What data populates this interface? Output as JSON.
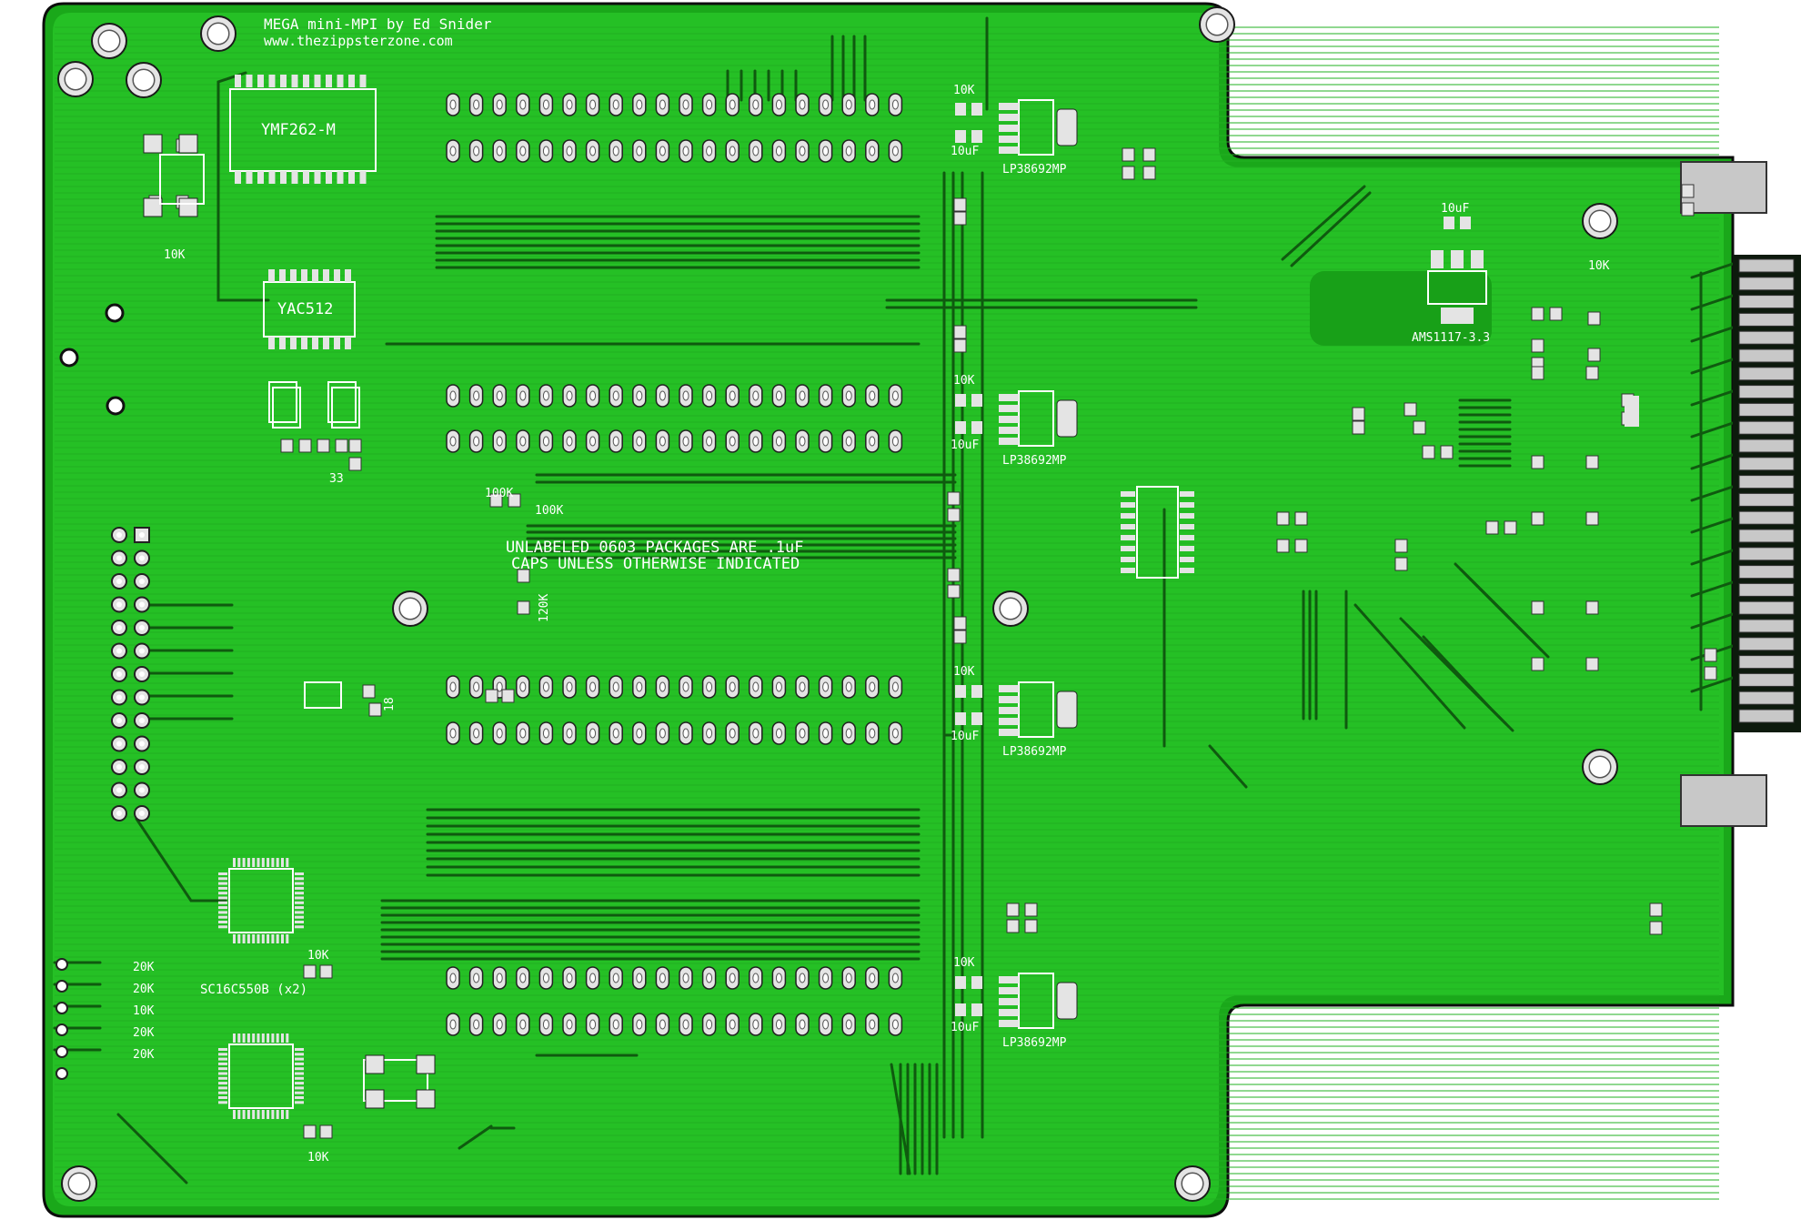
{
  "board": {
    "title": "MEGA mini-MPI by Ed Snider",
    "url": "www.thezippsterzone.com",
    "note_line1": "UNLABELED 0603 PACKAGES ARE .1uF",
    "note_line2": "CAPS UNLESS OTHERWISE INDICATED",
    "colors": {
      "substrate": "#1fb51f",
      "copper": "#26c226",
      "trace": "#0d4d0d",
      "pad": "#e4e4e4",
      "silkscreen": "#ffffff",
      "gold_finger": "#c8c8c8"
    }
  },
  "chips": {
    "ymf": "YMF262-M",
    "yac": "YAC512",
    "sc16": "SC16C550B (x2)",
    "ams": "AMS1117-3.3",
    "ldo": "LP38692MP"
  },
  "labels": {
    "r10k": "10K",
    "r20k": "20K",
    "r100k": "100K",
    "r120k": "120K",
    "c10uf": "10uF",
    "r33": "33",
    "r18": "18"
  }
}
